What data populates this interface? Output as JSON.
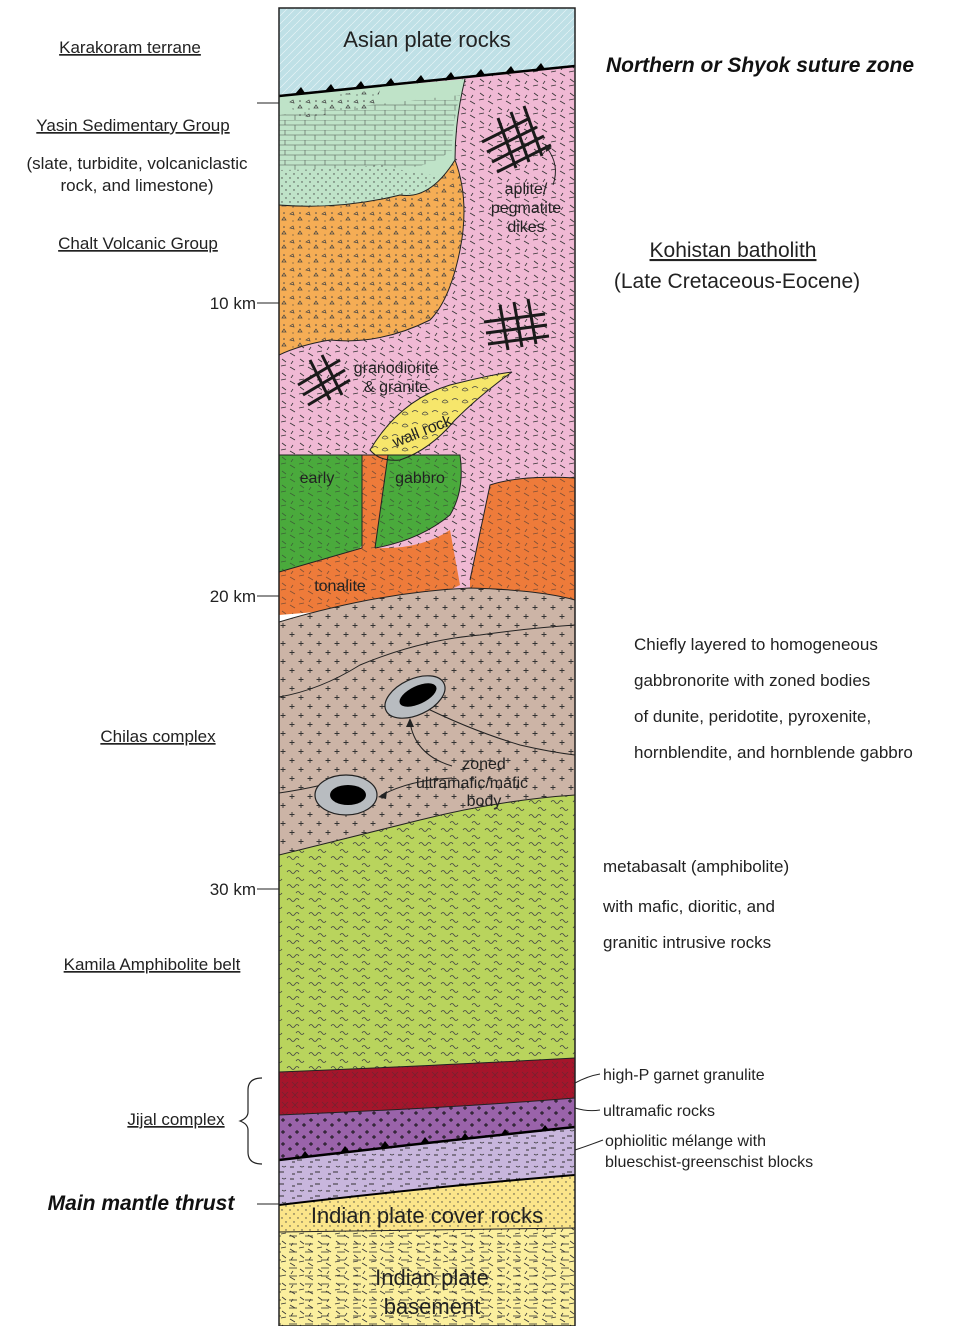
{
  "column_labels": {
    "asian_plate": "Asian plate rocks",
    "aplite": [
      "aplite/",
      "pegmatite",
      "dikes"
    ],
    "granodiorite": [
      "granodiorite",
      "& granite"
    ],
    "wall_rock": "wall rock",
    "early": "early",
    "gabbro": "gabbro",
    "tonalite": "tonalite",
    "zoned": [
      "zoned",
      "ultramafic/mafic",
      "body"
    ],
    "indian_cover": "Indian plate cover rocks",
    "indian_basement": [
      "Indian plate",
      "basement"
    ]
  },
  "left_labels": {
    "karakoram": "Karakoram terrane",
    "yasin": "Yasin Sedimentary Group",
    "yasin_desc": [
      "(slate, turbidite, volcaniclastic",
      "rock, and limestone)"
    ],
    "chalt": "Chalt Volcanic Group",
    "chilas": "Chilas complex",
    "kamila": "Kamila Amphibolite belt",
    "jijal": "Jijal complex",
    "mmt": "Main mantle thrust"
  },
  "depth_ticks": [
    "10 km",
    "20 km",
    "30 km"
  ],
  "right_labels": {
    "shyok": "Northern or Shyok suture zone",
    "kohistan_title": "Kohistan batholith",
    "kohistan_age": "(Late Cretaceous-Eocene)",
    "chilas_desc": [
      "Chiefly layered to homogeneous",
      "gabbronorite with zoned bodies",
      "of dunite, peridotite, pyroxenite,",
      "hornblendite, and hornblende gabbro"
    ],
    "kamila_desc": [
      "metabasalt (amphibolite)",
      "with mafic, dioritic, and",
      "granitic intrusive rocks"
    ],
    "garnet": "high-P garnet granulite",
    "ultramafic": "ultramafic rocks",
    "ophiolitic": [
      "ophiolitic mélange with",
      "blueschist-greenschist blocks"
    ]
  },
  "colors": {
    "asian": "#bfe0e6",
    "yasin": "#bfe3c8",
    "chalt": "#f5ad55",
    "kohistan": "#f0b9d4",
    "wall_rock": "#f6e66b",
    "gabbro": "#4aaa3c",
    "tonalite": "#ee7b3a",
    "chilas": "#ccb4a6",
    "kamila": "#b9d45d",
    "garnet": "#a5152b",
    "ultramafic": "#9a63aa",
    "melange": "#c8b6dd",
    "cover": "#fbe58a",
    "basement": "#fbef9e"
  }
}
